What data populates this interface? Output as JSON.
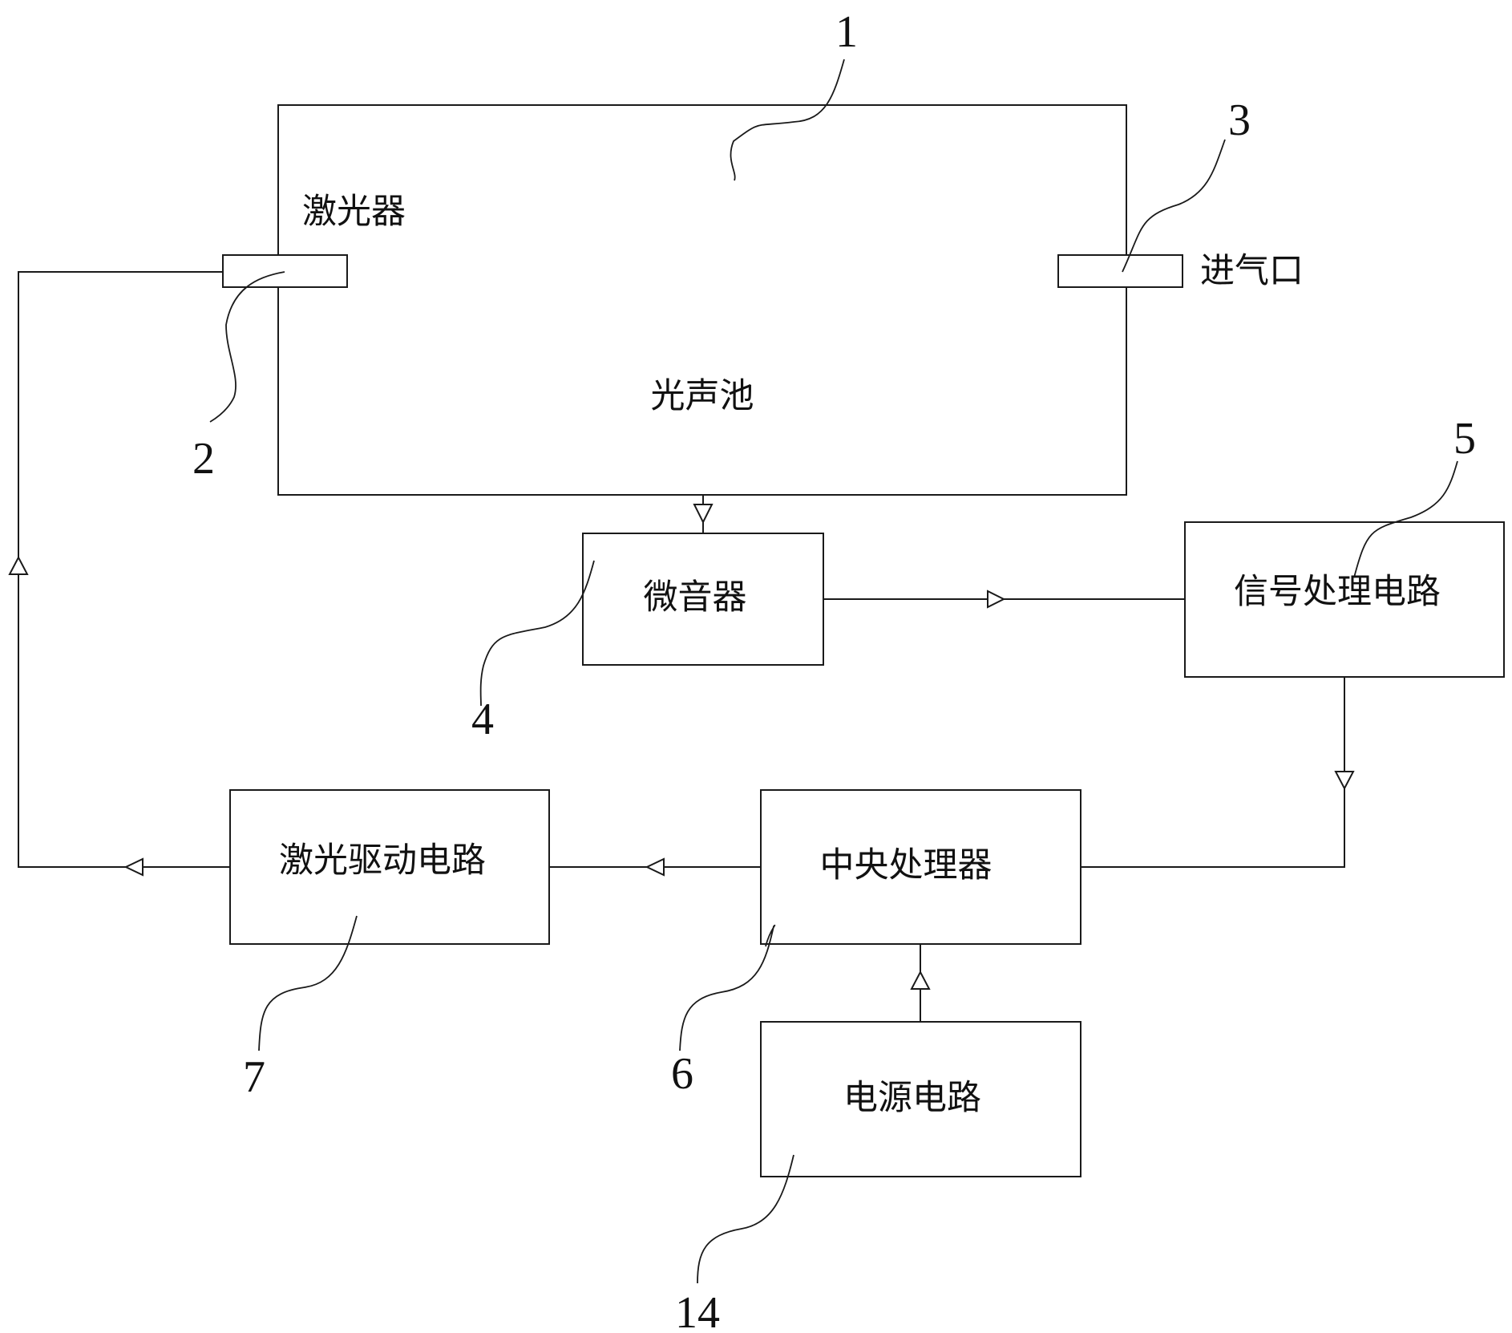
{
  "components": {
    "photoacoustic_cell": "光声池",
    "laser": "激光器",
    "gas_inlet": "进气口",
    "microphone": "微音器",
    "signal_processing": "信号处理电路",
    "central_processor": "中央处理器",
    "laser_driver": "激光驱动电路",
    "power_supply": "电源电路"
  },
  "reference_numerals": {
    "photoacoustic_cell": "1",
    "laser": "2",
    "gas_inlet": "3",
    "microphone": "4",
    "signal_processing": "5",
    "central_processor": "6",
    "laser_driver": "7",
    "power_supply": "14"
  }
}
